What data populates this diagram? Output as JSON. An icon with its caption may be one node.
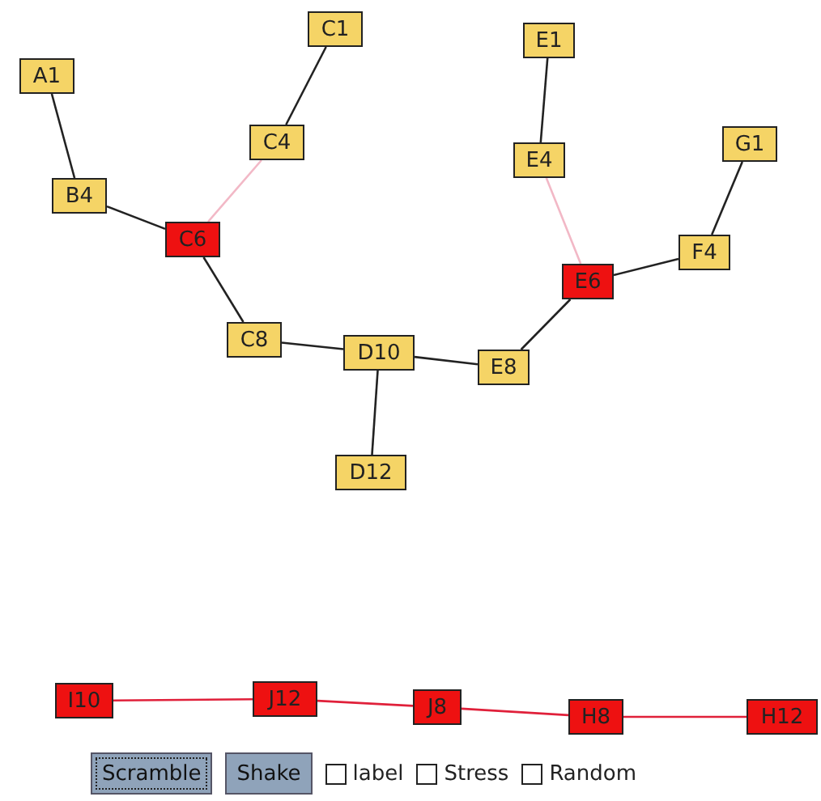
{
  "diagram": {
    "nodes": [
      {
        "text": [
          "A1"
        ]
      },
      {
        "text": [
          "C1"
        ]
      },
      {
        "text": [
          "C4"
        ]
      },
      {
        "text": [
          "B4"
        ]
      },
      {
        "text": [
          "C6"
        ]
      },
      {
        "text": [
          "E1"
        ]
      },
      {
        "text": [
          "G1"
        ]
      },
      {
        "text": [
          "E4"
        ]
      },
      {
        "text": [
          "F4"
        ]
      },
      {
        "text": [
          "E6"
        ]
      },
      {
        "text": [
          "C8"
        ]
      },
      {
        "text": [
          "D10"
        ]
      },
      {
        "text": [
          "E8"
        ]
      },
      {
        "text": [
          "D12"
        ]
      },
      {
        "text": [
          "I10"
        ]
      },
      {
        "text": [
          "J12"
        ]
      },
      {
        "text": [
          "J8"
        ]
      },
      {
        "text": [
          "H8"
        ]
      },
      {
        "text": [
          "H12"
        ]
      }
    ],
    "edges": [
      {
        "from": 0,
        "to": 3,
        "arrow": "none"
      },
      {
        "from": 1,
        "to": 2,
        "arrow": "none"
      },
      {
        "from": 2,
        "to": 4,
        "arrow": "none",
        "color": "#f2b8c6"
      },
      {
        "from": 3,
        "to": 4,
        "arrow": "none"
      },
      {
        "from": 4,
        "to": 10,
        "arrow": "none"
      },
      {
        "from": 10,
        "to": 11,
        "arrow": "none"
      },
      {
        "from": 11,
        "to": 13,
        "arrow": "none"
      },
      {
        "from": 11,
        "to": 12,
        "arrow": "none"
      },
      {
        "from": 12,
        "to": 9,
        "arrow": "none"
      },
      {
        "from": 9,
        "to": 7,
        "arrow": "none",
        "color": "#f2b8c6"
      },
      {
        "from": 7,
        "to": 5,
        "arrow": "none"
      },
      {
        "from": 9,
        "to": 8,
        "arrow": "none"
      },
      {
        "from": 8,
        "to": 6,
        "arrow": "none"
      },
      {
        "from": 14,
        "to": 15,
        "arrow": "none",
        "color": "#e0203a"
      },
      {
        "from": 15,
        "to": 16,
        "arrow": "none",
        "color": "#e0203a"
      },
      {
        "from": 16,
        "to": 17,
        "arrow": "none",
        "color": "#e0203a"
      },
      {
        "from": 17,
        "to": 18,
        "arrow": "none",
        "color": "#e0203a"
      }
    ],
    "labels": [
      "Scramble",
      "Shake",
      "label",
      "Stress",
      "Random"
    ]
  }
}
